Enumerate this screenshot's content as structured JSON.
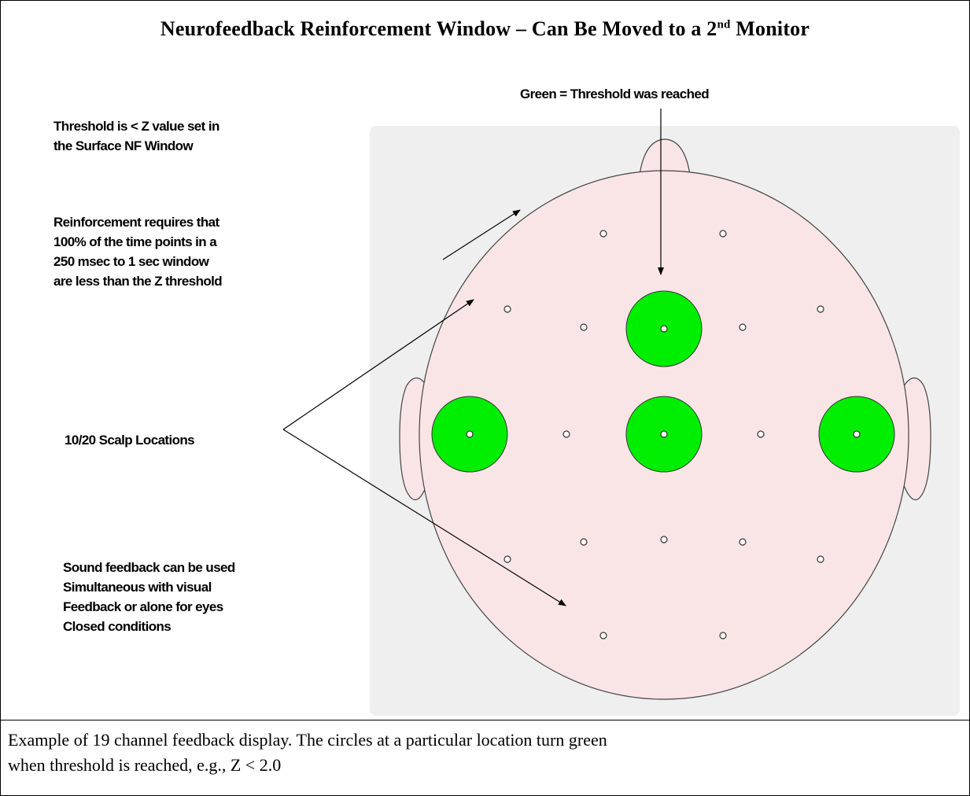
{
  "title": {
    "main": "Neurofeedback Reinforcement Window – Can Be Moved to a 2",
    "superscript": "nd",
    "tail": " Monitor"
  },
  "annotations": {
    "green_legend": "Green = Threshold was reached",
    "threshold_note": "Threshold is < Z value set in\nthe Surface NF Window",
    "reinforcement_note": "Reinforcement requires that\n100% of the time points in a\n250 msec to 1 sec window\nare less than the Z  threshold",
    "scalp_locations": "10/20 Scalp Locations",
    "sound_note": "Sound feedback can be used\nSimultaneous with visual\nFeedback or alone for eyes\nClosed conditions"
  },
  "caption": "Example of 19 channel feedback display.   The circles at a particular location turn green\nwhen threshold is reached, e.g., Z < 2.0",
  "colors": {
    "panel": "#efefef",
    "scalp": "#fae5e6",
    "active": "#00ee00",
    "outline": "#444444"
  },
  "electrodes": {
    "total": 19,
    "active_count": 4
  }
}
